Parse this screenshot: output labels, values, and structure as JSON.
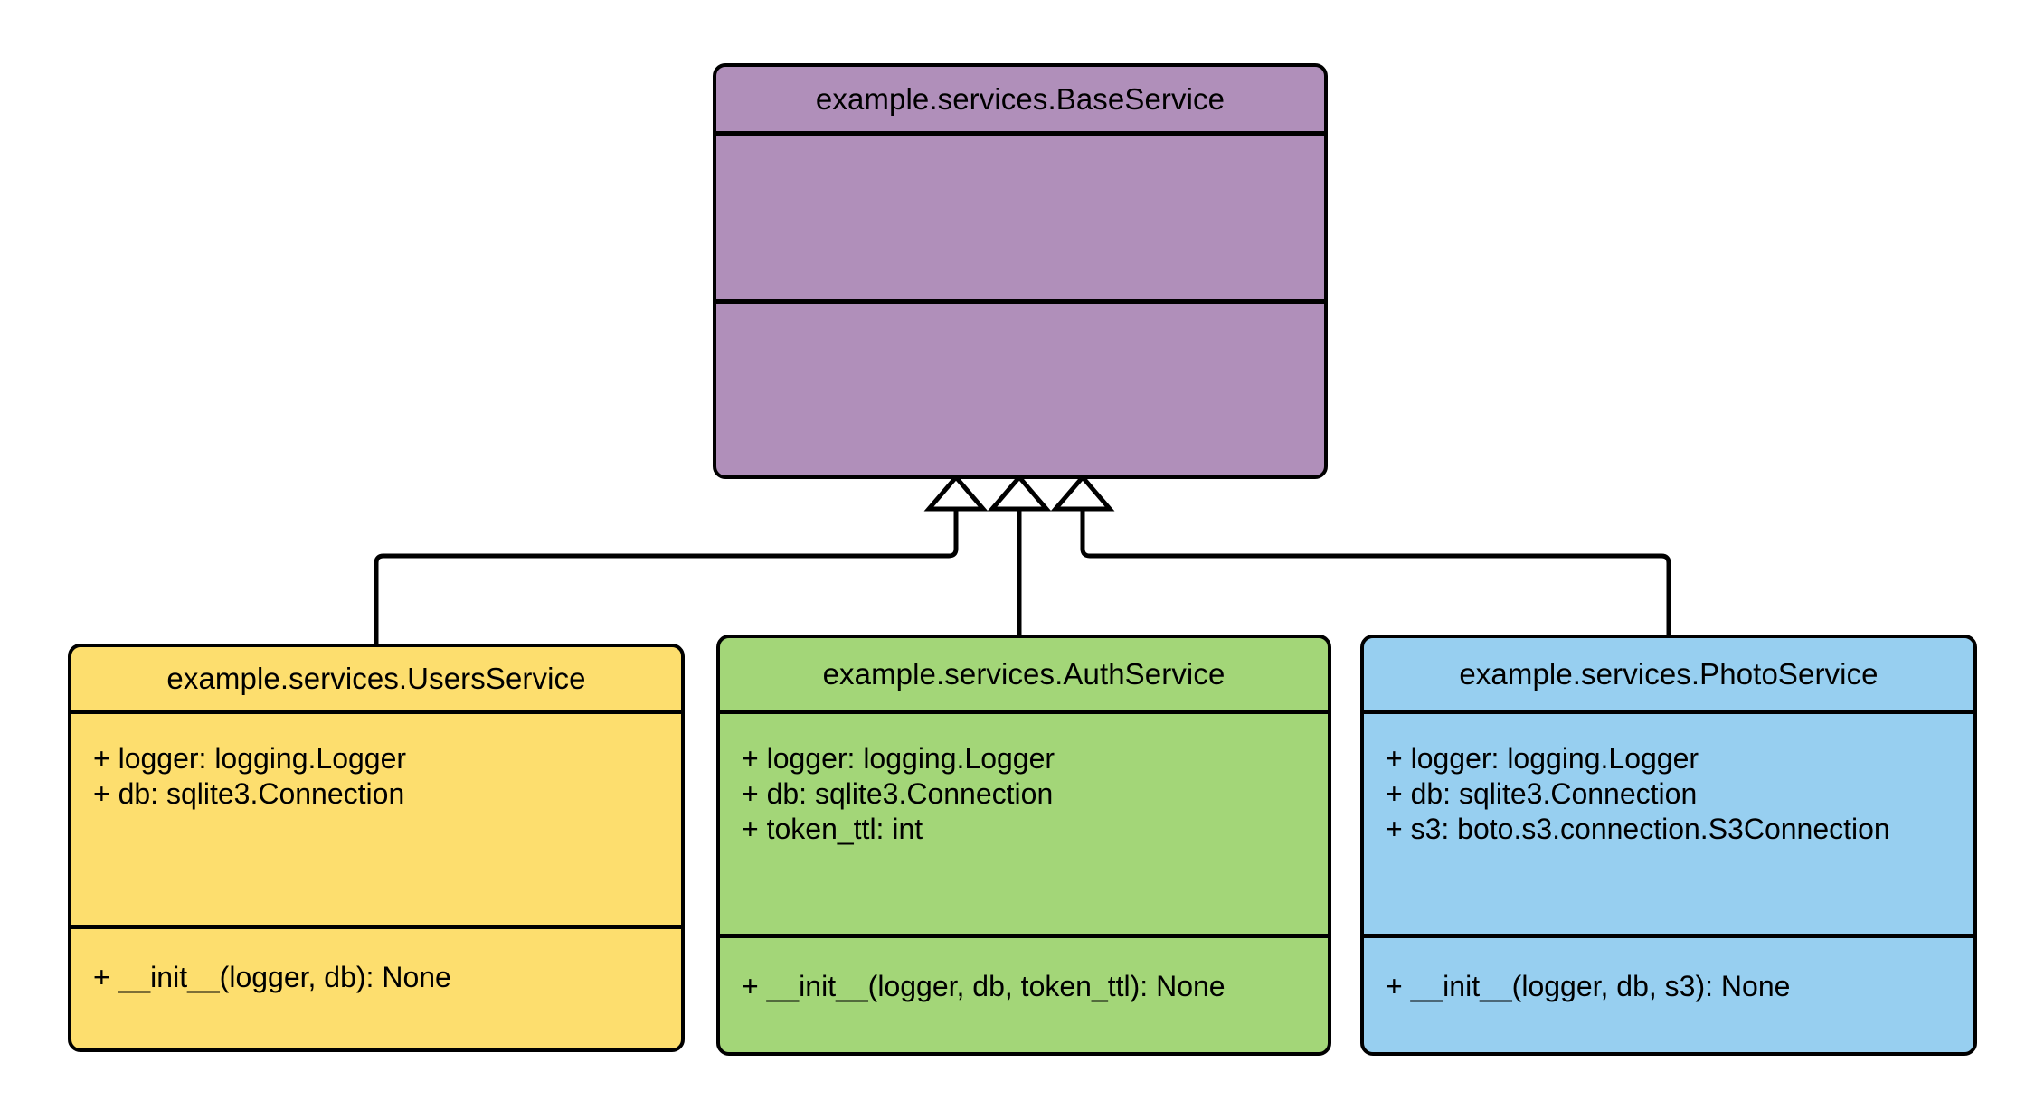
{
  "diagram": {
    "type": "uml-class-diagram",
    "background_color": "#ffffff",
    "relationship": "generalization",
    "classes": [
      {
        "id": "base",
        "name": "example.services.BaseService",
        "fill_color": "#b08fba",
        "border_color": "#000000",
        "attributes": [],
        "methods": []
      },
      {
        "id": "users",
        "name": "example.services.UsersService",
        "fill_color": "#fdde6e",
        "border_color": "#000000",
        "attributes": [
          "+ logger: logging.Logger",
          "+ db: sqlite3.Connection"
        ],
        "methods": [
          "+ __init__(logger, db): None"
        ]
      },
      {
        "id": "auth",
        "name": "example.services.AuthService",
        "fill_color": "#a3d678",
        "border_color": "#000000",
        "attributes": [
          "+ logger: logging.Logger",
          "+ db: sqlite3.Connection",
          "+ token_ttl: int"
        ],
        "methods": [
          "+ __init__(logger, db, token_ttl): None"
        ]
      },
      {
        "id": "photo",
        "name": "example.services.PhotoService",
        "fill_color": "#97cff0",
        "border_color": "#000000",
        "attributes": [
          "+ logger: logging.Logger",
          "+ db: sqlite3.Connection",
          "+ s3: boto.s3.connection.S3Connection"
        ],
        "methods": [
          "+ __init__(logger, db, s3): None"
        ]
      }
    ],
    "edges": [
      {
        "from": "users",
        "to": "base",
        "kind": "inheritance",
        "arrowhead": "hollow-triangle"
      },
      {
        "from": "auth",
        "to": "base",
        "kind": "inheritance",
        "arrowhead": "hollow-triangle"
      },
      {
        "from": "photo",
        "to": "base",
        "kind": "inheritance",
        "arrowhead": "hollow-triangle"
      }
    ]
  }
}
